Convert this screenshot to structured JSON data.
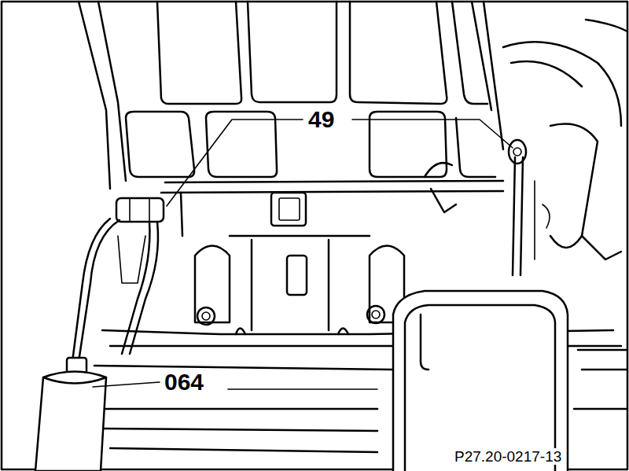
{
  "diagram": {
    "labels": [
      "49",
      "064",
      "P27.20-0217-13"
    ]
  }
}
